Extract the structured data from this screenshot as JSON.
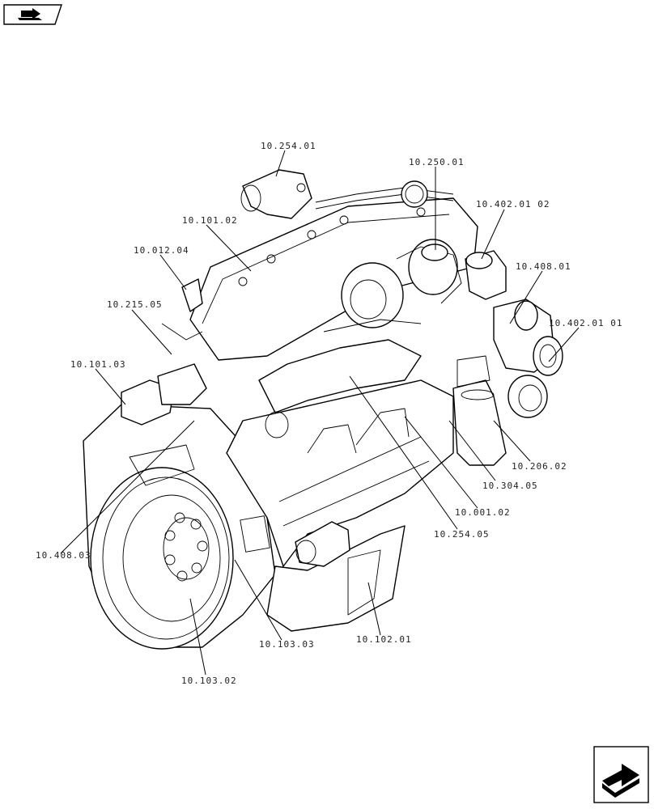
{
  "callouts": [
    {
      "id": "c1",
      "label": "10.254.01"
    },
    {
      "id": "c2",
      "label": "10.250.01"
    },
    {
      "id": "c3",
      "label": "10.402.01 02"
    },
    {
      "id": "c4",
      "label": "10.101.02"
    },
    {
      "id": "c5",
      "label": "10.012.04"
    },
    {
      "id": "c6",
      "label": "10.408.01"
    },
    {
      "id": "c7",
      "label": "10.215.05"
    },
    {
      "id": "c8",
      "label": "10.402.01 01"
    },
    {
      "id": "c9",
      "label": "10.101.03"
    },
    {
      "id": "c10",
      "label": "10.206.02"
    },
    {
      "id": "c11",
      "label": "10.304.05"
    },
    {
      "id": "c12",
      "label": "10.001.02"
    },
    {
      "id": "c13",
      "label": "10.254.05"
    },
    {
      "id": "c14",
      "label": "10.408.03"
    },
    {
      "id": "c15",
      "label": "10.102.01"
    },
    {
      "id": "c16",
      "label": "10.103.03"
    },
    {
      "id": "c17",
      "label": "10.103.02"
    }
  ],
  "icons": {
    "top_left": "book-arrow-icon",
    "bottom_right": "next-page-arrow-icon"
  }
}
